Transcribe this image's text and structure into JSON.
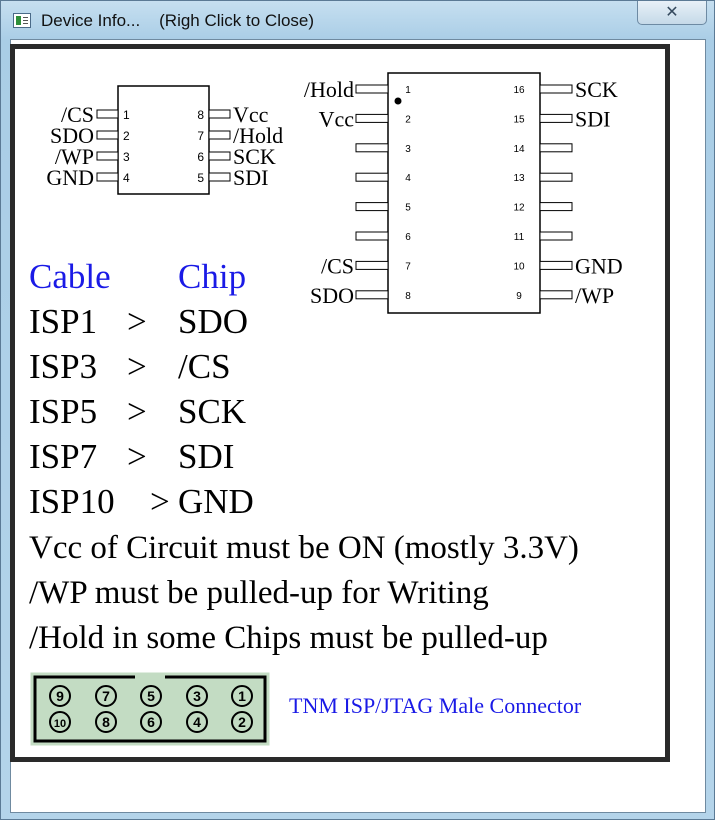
{
  "window": {
    "title": "Device Info...",
    "hint": "(Righ Click to Close)",
    "close_glyph": "✕"
  },
  "chip8": {
    "left_pins": [
      {
        "num": "1",
        "label": "/CS"
      },
      {
        "num": "2",
        "label": "SDO"
      },
      {
        "num": "3",
        "label": "/WP"
      },
      {
        "num": "4",
        "label": "GND"
      }
    ],
    "right_pins": [
      {
        "num": "8",
        "label": "Vcc"
      },
      {
        "num": "7",
        "label": "/Hold"
      },
      {
        "num": "6",
        "label": "SCK"
      },
      {
        "num": "5",
        "label": "SDI"
      }
    ]
  },
  "chip16": {
    "left_pins": [
      {
        "num": "1",
        "label": "/Hold"
      },
      {
        "num": "2",
        "label": "Vcc"
      },
      {
        "num": "3",
        "label": ""
      },
      {
        "num": "4",
        "label": ""
      },
      {
        "num": "5",
        "label": ""
      },
      {
        "num": "6",
        "label": ""
      },
      {
        "num": "7",
        "label": "/CS"
      },
      {
        "num": "8",
        "label": "SDO"
      }
    ],
    "right_pins": [
      {
        "num": "16",
        "label": "SCK"
      },
      {
        "num": "15",
        "label": "SDI"
      },
      {
        "num": "14",
        "label": ""
      },
      {
        "num": "13",
        "label": ""
      },
      {
        "num": "12",
        "label": ""
      },
      {
        "num": "11",
        "label": ""
      },
      {
        "num": "10",
        "label": "GND"
      },
      {
        "num": "9",
        "label": "/WP"
      }
    ]
  },
  "mapping": {
    "cable_header": "Cable",
    "chip_header": "Chip",
    "rows": [
      {
        "cable": "ISP1",
        "arrow": ">",
        "chip": "SDO"
      },
      {
        "cable": "ISP3",
        "arrow": ">",
        "chip": "/CS"
      },
      {
        "cable": "ISP5",
        "arrow": ">",
        "chip": "SCK"
      },
      {
        "cable": "ISP7",
        "arrow": ">",
        "chip": "SDI"
      },
      {
        "cable": "ISP10",
        "arrow": ">",
        "chip": "GND"
      }
    ]
  },
  "notes": [
    "Vcc of Circuit must be ON (mostly 3.3V)",
    "/WP must be pulled-up for Writing",
    "/Hold in some Chips must be pulled-up"
  ],
  "connector": {
    "top_row": [
      "9",
      "7",
      "5",
      "3",
      "1"
    ],
    "bottom_row": [
      "10",
      "8",
      "6",
      "4",
      "2"
    ],
    "caption": "TNM ISP/JTAG Male Connector"
  },
  "colors": {
    "header_blue": "#1a1ae6",
    "caption_blue": "#1a1ae6",
    "connector_fill": "#c3dcc3"
  }
}
